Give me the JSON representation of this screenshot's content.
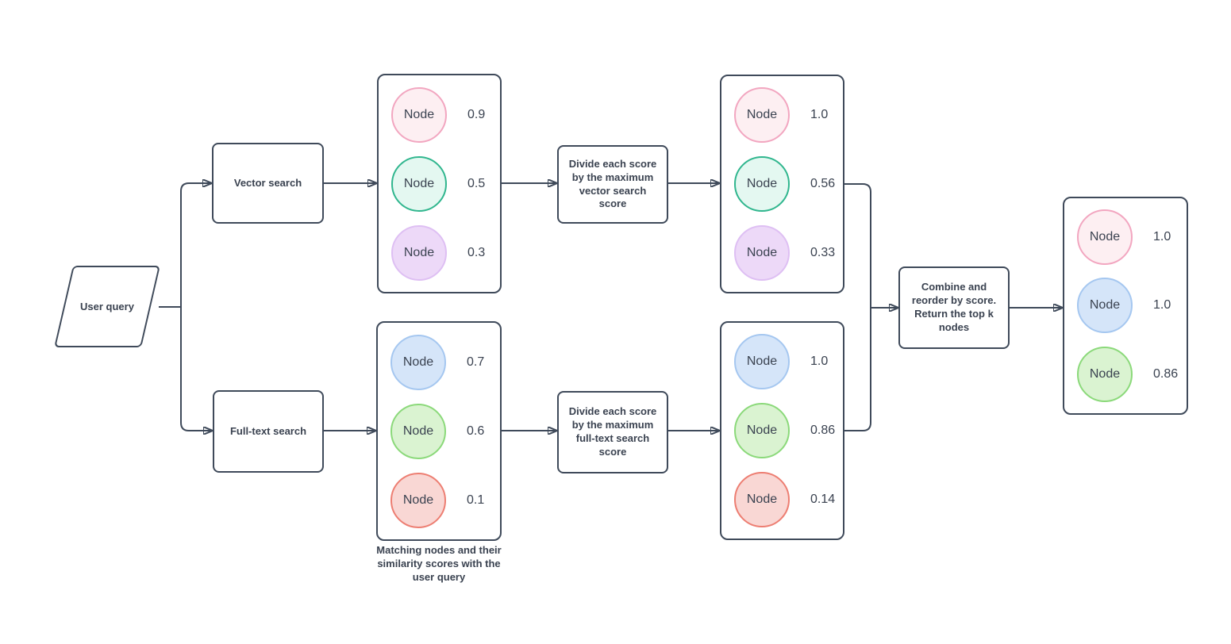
{
  "shapes": {
    "user_query": "User query",
    "vector_search": "Vector search",
    "fulltext_search": "Full-text search",
    "divide_vector": "Divide each score by the maximum vector search score",
    "divide_fulltext": "Divide each score by the maximum full-text search score",
    "combine": "Combine and reorder by score. Return the top k nodes"
  },
  "caption": "Matching nodes and their similarity scores with the user query",
  "node_lists": {
    "vector_raw": {
      "nodes": [
        {
          "label": "Node",
          "score": "0.9",
          "color": "pink"
        },
        {
          "label": "Node",
          "score": "0.5",
          "color": "teal"
        },
        {
          "label": "Node",
          "score": "0.3",
          "color": "purple"
        }
      ]
    },
    "vector_norm": {
      "nodes": [
        {
          "label": "Node",
          "score": "1.0",
          "color": "pink"
        },
        {
          "label": "Node",
          "score": "0.56",
          "color": "teal"
        },
        {
          "label": "Node",
          "score": "0.33",
          "color": "purple"
        }
      ]
    },
    "fulltext_raw": {
      "nodes": [
        {
          "label": "Node",
          "score": "0.7",
          "color": "blue"
        },
        {
          "label": "Node",
          "score": "0.6",
          "color": "green"
        },
        {
          "label": "Node",
          "score": "0.1",
          "color": "red"
        }
      ]
    },
    "fulltext_norm": {
      "nodes": [
        {
          "label": "Node",
          "score": "1.0",
          "color": "blue"
        },
        {
          "label": "Node",
          "score": "0.86",
          "color": "green"
        },
        {
          "label": "Node",
          "score": "0.14",
          "color": "red"
        }
      ]
    },
    "final": {
      "nodes": [
        {
          "label": "Node",
          "score": "1.0",
          "color": "pink"
        },
        {
          "label": "Node",
          "score": "1.0",
          "color": "blue"
        },
        {
          "label": "Node",
          "score": "0.86",
          "color": "green"
        }
      ]
    }
  },
  "colors": {
    "line": "#3f4a5a",
    "text": "#3a4250",
    "background": "#ffffff",
    "node_fills": {
      "pink": "#fdeff2",
      "teal": "#e4f8f1",
      "purple": "#edd9f8",
      "blue": "#d5e5f9",
      "green": "#daf3d1",
      "red": "#f9d7d4"
    },
    "node_borders": {
      "pink": "#f2a6c0",
      "teal": "#30b68e",
      "purple": "#debff3",
      "blue": "#a5c7f0",
      "green": "#8bd97a",
      "red": "#ed7e72"
    }
  }
}
